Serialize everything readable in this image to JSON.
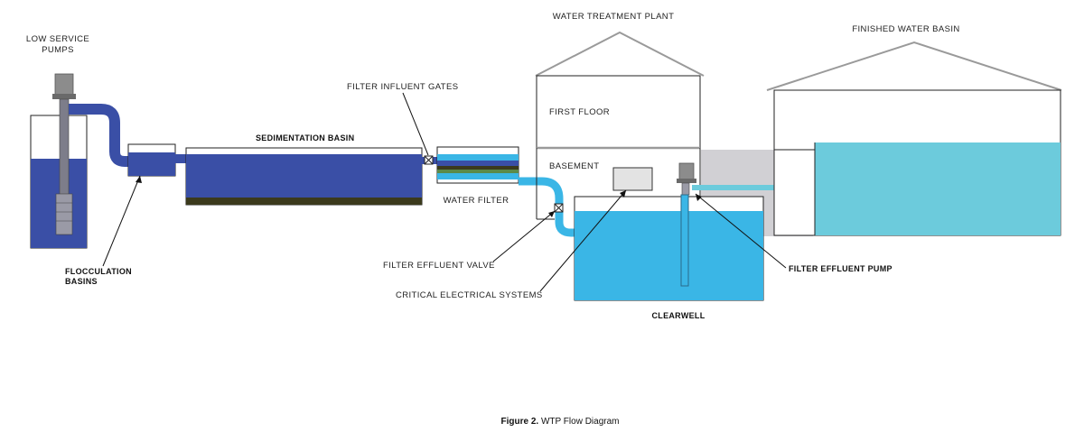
{
  "labels": {
    "low_service_pumps_line1": "LOW SERVICE",
    "low_service_pumps_line2": "PUMPS",
    "filter_influent_gates": "FILTER INFLUENT GATES",
    "sedimentation_basin": "SEDIMENTATION BASIN",
    "water_treatment_plant": "WATER TREATMENT PLANT",
    "first_floor": "FIRST FLOOR",
    "basement": "BASEMENT",
    "water_filter": "WATER FILTER",
    "finished_water_basin": "FINISHED WATER BASIN",
    "flocculation_basins_line1": "FLOCCULATION",
    "flocculation_basins_line2": "BASINS",
    "filter_effluent_valve": "FILTER EFFLUENT VALVE",
    "critical_electrical_systems": "CRITICAL ELECTRICAL SYSTEMS",
    "clearwell": "CLEARWELL",
    "filter_effluent_pump": "FILTER EFFLUENT PUMP"
  },
  "caption": {
    "figure": "Figure 2.",
    "title": "WTP Flow Diagram"
  },
  "colors": {
    "raw_water": "#3a4fa6",
    "treated_water": "#3ab6e6",
    "finished_water": "#6ccbdc",
    "sludge": "#3b3a1c",
    "floodwall_gray": "#d1d0d4",
    "roof_gray": "#9a9a9a"
  }
}
